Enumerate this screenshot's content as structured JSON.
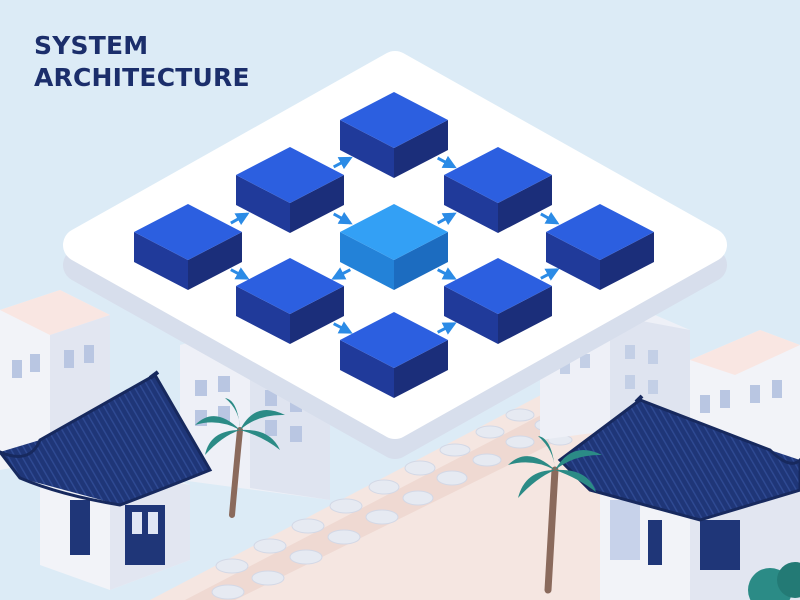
{
  "title": {
    "line1": "SYSTEM",
    "line2": "ARCHITECTURE"
  },
  "colors": {
    "sky": "#dcebf6",
    "title": "#1b2e6b",
    "node_top": "#2c5fe0",
    "node_left": "#203a9a",
    "node_right": "#1b2e7a",
    "hub_top": "#33a0f5",
    "hub_left": "#2382d8",
    "hub_right": "#1c6cc0",
    "arrow": "#2b8be6",
    "platform": "#ffffff",
    "roof": "#1f3678",
    "building": "#f2f3f8",
    "road": "#f5e6e1",
    "palm_leaf": "#2b8b86",
    "palm_trunk": "#8a6a5c"
  },
  "diagram": {
    "nodes": [
      {
        "id": "top",
        "hub": false
      },
      {
        "id": "upper-left",
        "hub": false
      },
      {
        "id": "upper-right",
        "hub": false
      },
      {
        "id": "left",
        "hub": false
      },
      {
        "id": "center",
        "hub": true
      },
      {
        "id": "right",
        "hub": false
      },
      {
        "id": "lower-left",
        "hub": false
      },
      {
        "id": "lower-right",
        "hub": false
      },
      {
        "id": "bottom",
        "hub": false
      }
    ],
    "edges": [
      {
        "from": "upper-left",
        "to": "top"
      },
      {
        "from": "top",
        "to": "upper-right"
      },
      {
        "from": "left",
        "to": "upper-left"
      },
      {
        "from": "upper-left",
        "to": "center"
      },
      {
        "from": "center",
        "to": "upper-right"
      },
      {
        "from": "upper-right",
        "to": "right"
      },
      {
        "from": "left",
        "to": "lower-left"
      },
      {
        "from": "center",
        "to": "lower-left"
      },
      {
        "from": "center",
        "to": "lower-right"
      },
      {
        "from": "lower-right",
        "to": "right"
      },
      {
        "from": "lower-left",
        "to": "bottom"
      },
      {
        "from": "bottom",
        "to": "lower-right"
      }
    ]
  }
}
